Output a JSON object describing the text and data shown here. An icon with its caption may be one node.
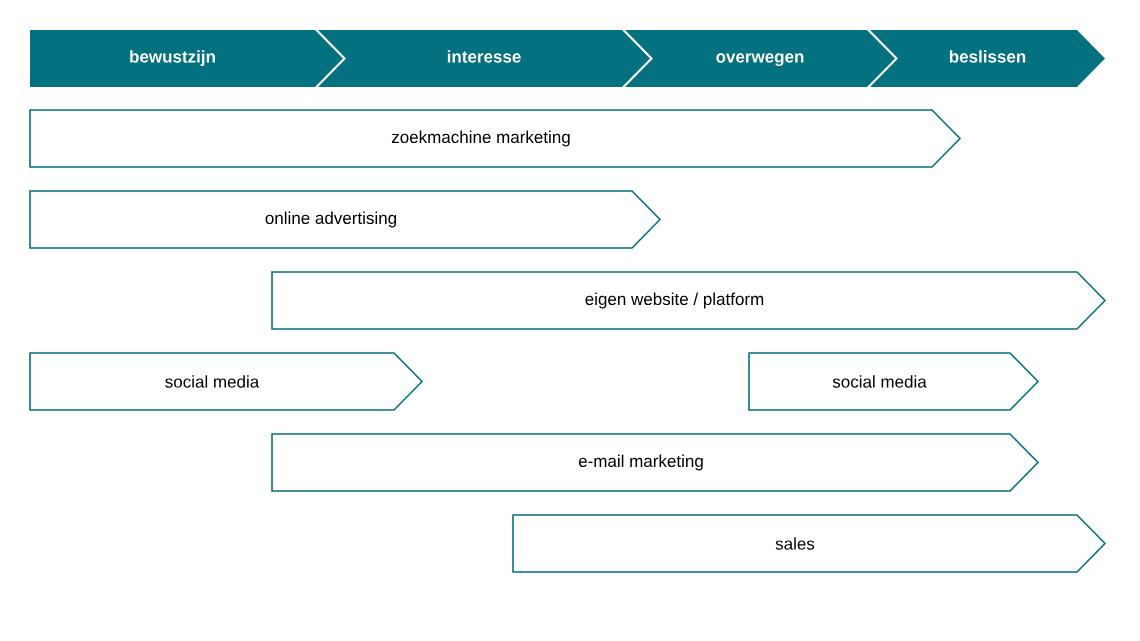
{
  "diagram": {
    "nodes": [
      {
        "text": [
          "bewustzijn"
        ]
      },
      {
        "text": [
          "interesse"
        ]
      },
      {
        "text": [
          "overwegen"
        ]
      },
      {
        "text": [
          "beslissen"
        ]
      },
      {
        "text": [
          "zoekmachine marketing"
        ]
      },
      {
        "text": [
          "online advertising"
        ]
      },
      {
        "text": [
          "eigen website / platform"
        ]
      },
      {
        "text": [
          "social media"
        ]
      },
      {
        "text": [
          "social media"
        ]
      },
      {
        "text": [
          "e-mail marketing"
        ]
      },
      {
        "text": [
          "sales"
        ]
      }
    ]
  }
}
